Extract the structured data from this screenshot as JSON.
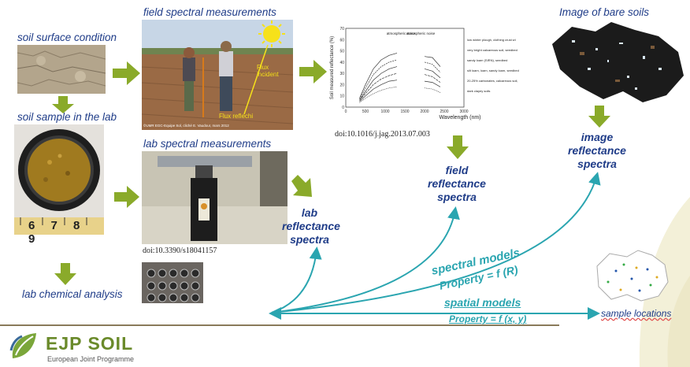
{
  "labels": {
    "soil_surface_condition": "soil surface condition",
    "soil_sample_in_lab": "soil sample in the lab",
    "lab_chemical_analysis": "lab chemical analysis",
    "field_spectral_measurements": "field spectral measurements",
    "lab_spectral_measurements": "lab spectral measurements",
    "image_of_bare_soils": "Image of bare soils",
    "sample_locations": "sample locations"
  },
  "outputs": {
    "lab_reflectance": [
      "lab",
      "reflectance",
      "spectra"
    ],
    "field_reflectance": [
      "field",
      "reflectance",
      "spectra"
    ],
    "image_reflectance": [
      "image",
      "reflectance",
      "spectra"
    ]
  },
  "models": {
    "spectral_title": "spectral models",
    "spectral_formula": "Property = f (R)",
    "spatial_title": "spatial models",
    "spatial_formula": "Property = f (x, y)"
  },
  "dois": {
    "lab": "doi:10.3390/s18041157",
    "field": "doi:10.1016/j.jag.2013.07.003"
  },
  "photo_text": {
    "credit": "©UMR EGC-Equipe Sol, cliché E. Vaudour, mars 2012",
    "flux_incident": "Flux incident",
    "flux_reflechi": "Flux reflechi",
    "ruler_digits": "6 7 8 9"
  },
  "chart_data": {
    "type": "line",
    "xlabel": "Wavelength (nm)",
    "ylabel": "Soil measured reflectance (%)",
    "x_ticks": [
      0,
      500,
      1000,
      1500,
      2000,
      2500,
      3000
    ],
    "y_ticks": [
      0,
      10,
      20,
      30,
      40,
      50,
      60,
      70
    ],
    "xlim": [
      0,
      3000
    ],
    "ylim": [
      0,
      70
    ],
    "annotations": [
      "atmospheric noise",
      "atmospheric noise"
    ],
    "legend": [
      "low winter plough, clothing crust with algal soil",
      "very bright calcareous soil, seedbed",
      "sandy loam (SIRN), seedbed",
      "silt loam, loam, sandy loam, seedbed",
      "20-25% carbonates, calcareous soil, seedbed",
      "dark clayey soils"
    ],
    "x": [
      350,
      500,
      700,
      900,
      1100,
      1300,
      1400,
      1450,
      1800,
      1950,
      2000,
      2200,
      2400
    ],
    "series": [
      {
        "values": [
          8,
          20,
          34,
          42,
          46,
          48,
          null,
          null,
          50,
          null,
          45,
          44,
          36
        ]
      },
      {
        "values": [
          7,
          17,
          29,
          36,
          40,
          42,
          null,
          null,
          44,
          null,
          40,
          38,
          31
        ]
      },
      {
        "values": [
          6,
          14,
          24,
          30,
          34,
          36,
          null,
          null,
          38,
          null,
          34,
          32,
          26
        ]
      },
      {
        "values": [
          6,
          12,
          20,
          25,
          28,
          30,
          null,
          null,
          32,
          null,
          29,
          27,
          22
        ]
      },
      {
        "values": [
          5,
          10,
          16,
          20,
          23,
          24,
          null,
          null,
          26,
          null,
          23,
          22,
          18
        ]
      },
      {
        "values": [
          4,
          8,
          12,
          15,
          17,
          18,
          null,
          null,
          19,
          null,
          17,
          16,
          13
        ]
      }
    ]
  },
  "colors": {
    "text_blue": "#1f3c88",
    "arrow_green": "#8aaa2a",
    "model_teal": "#2aa5b0",
    "logo_green": "#6a8a2a"
  },
  "logo": {
    "name": "EJP SOIL",
    "subtitle": "European Joint Programme"
  }
}
